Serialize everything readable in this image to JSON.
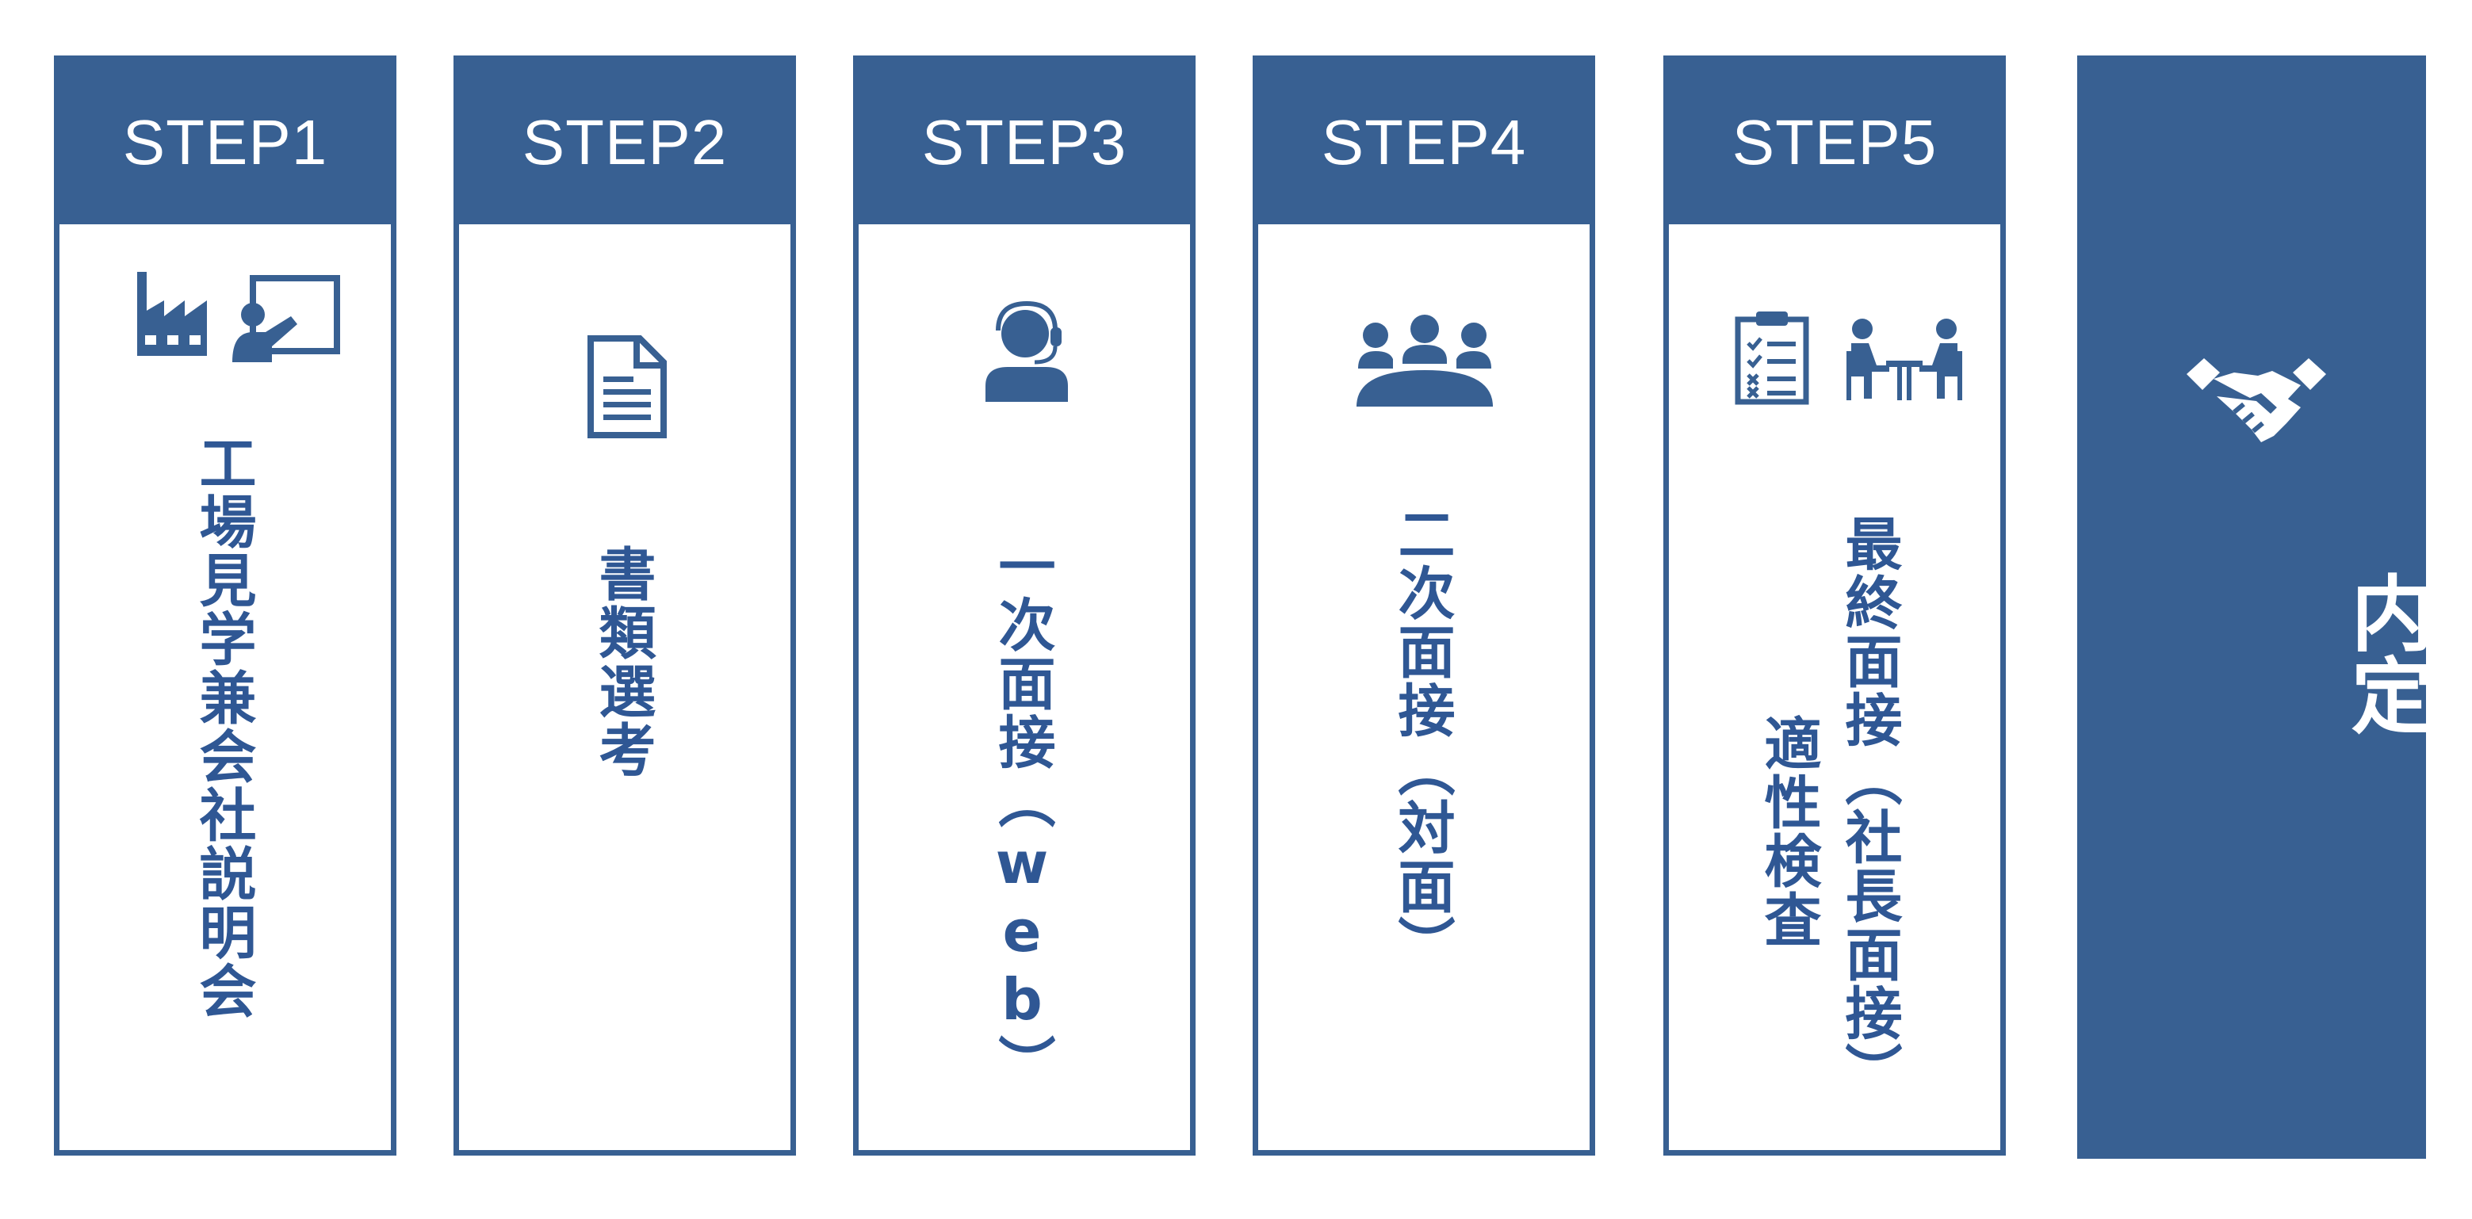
{
  "colors": {
    "primary": "#386092",
    "text": "#2f5794",
    "background": "#ffffff"
  },
  "steps": [
    {
      "label": "STEP1",
      "title": "工場見学兼会社説明会",
      "icons": [
        "factory-icon",
        "presentation-icon"
      ]
    },
    {
      "label": "STEP2",
      "title": "書類選考",
      "icons": [
        "document-icon"
      ]
    },
    {
      "label": "STEP3",
      "title": "一次面接（web）",
      "icons": [
        "headset-user-icon"
      ]
    },
    {
      "label": "STEP4",
      "title": "二次面接（対面）",
      "icons": [
        "group-meeting-icon"
      ]
    },
    {
      "label": "STEP5",
      "title_main": "最終面接（社長面接）",
      "title_sub": "適性検査",
      "icons": [
        "checklist-icon",
        "interview-icon"
      ]
    }
  ],
  "final": {
    "label": "内定",
    "icon": "handshake-icon"
  }
}
